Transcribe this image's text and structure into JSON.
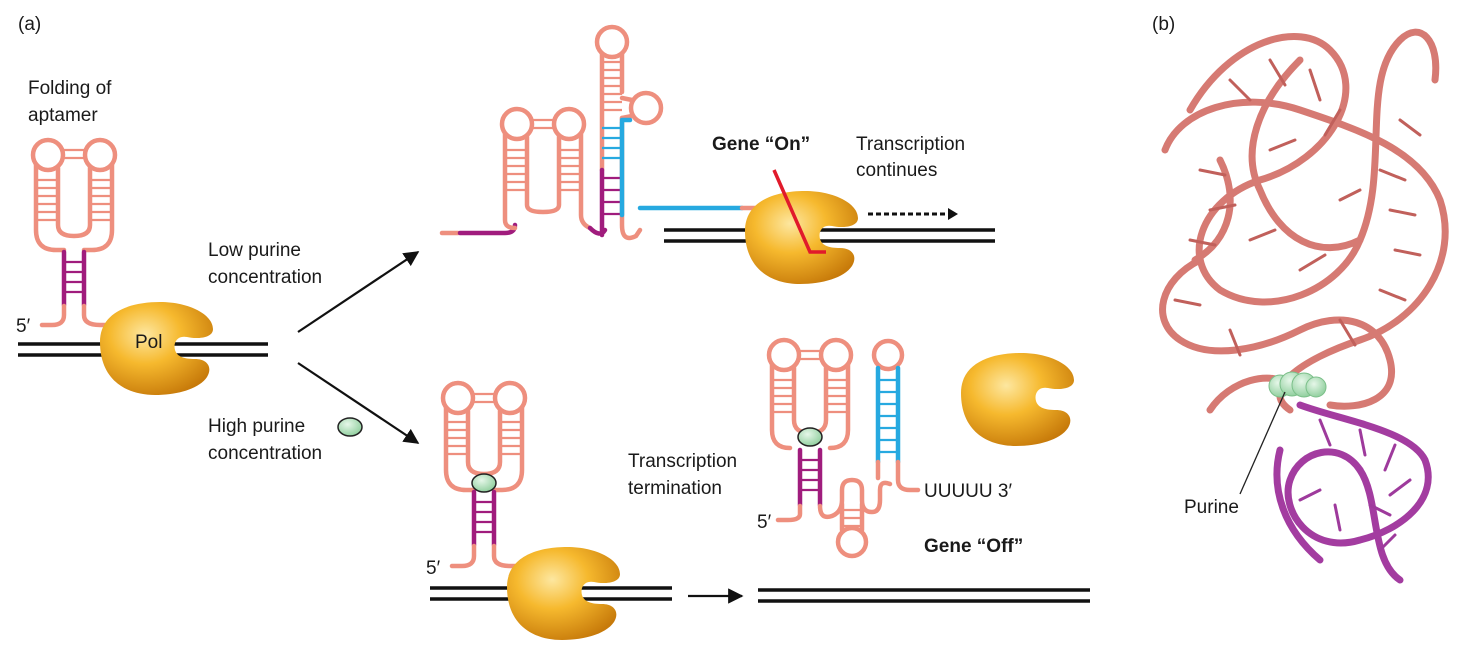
{
  "panel_a_label": "(a)",
  "panel_b_label": "(b)",
  "folding_line1": "Folding of",
  "folding_line2": "aptamer",
  "five_prime": "5′",
  "pol_label": "Pol",
  "low_line1": "Low purine",
  "low_line2": "concentration",
  "high_line1": "High purine",
  "high_line2": "concentration",
  "gene_on": "Gene “On”",
  "transcription_continues_1": "Transcription",
  "transcription_continues_2": "continues",
  "termination_1": "Transcription",
  "termination_2": "termination",
  "uuuuu": "UUUUU 3′",
  "gene_off": "Gene “Off”",
  "purine_label": "Purine",
  "colors": {
    "rna": "#ee8f7e",
    "aptamer_stem": "#a01c7d",
    "terminator": "#26a9e0",
    "purine": "#a9dcb4",
    "polymerase": "#f2a81d"
  }
}
